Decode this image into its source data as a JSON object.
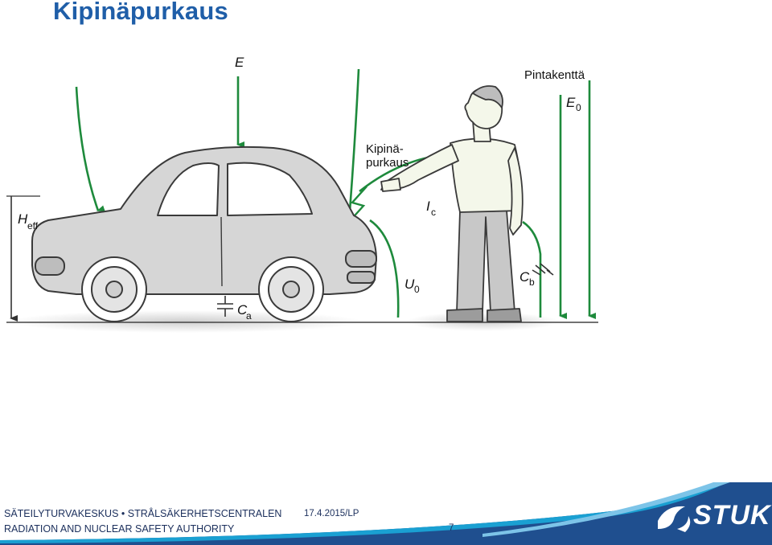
{
  "slide": {
    "title": "Kipinäpurkaus"
  },
  "diagram": {
    "labels": {
      "field_e": "E",
      "surface_field": "Pintakenttä",
      "e0_main": "E",
      "e0_sub": "0",
      "spark_line1": "Kipinä-",
      "spark_line2": "purkaus",
      "heff_main": "H",
      "heff_sub": "eff",
      "ic_main": "I",
      "ic_sub": "c",
      "u0_main": "U",
      "u0_sub": "0",
      "cb_main": "C",
      "cb_sub": "b",
      "ca_main": "C",
      "ca_sub": "a"
    },
    "colors": {
      "field_lines": "#1e8a3c",
      "car_body": "#d6d6d6",
      "outline": "#3a3a3a",
      "ground": "#444444"
    }
  },
  "footer": {
    "org_line1": "SÄTEILYTURVAKESKUS • STRÅLSÄKERHETSCENTRALEN",
    "org_line2": "RADIATION AND NUCLEAR SAFETY AUTHORITY",
    "date": "17.4.2015/LP",
    "page_number": "7",
    "logo_text": "STUK"
  }
}
